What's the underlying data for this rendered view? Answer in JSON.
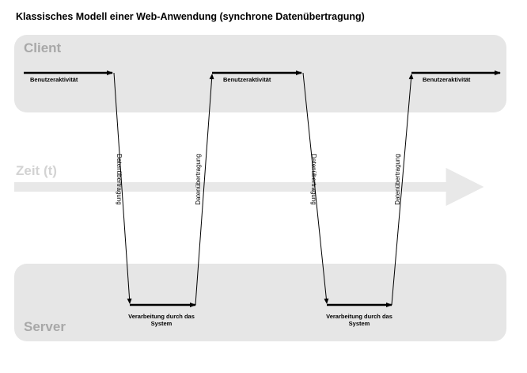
{
  "title": "Klassisches Modell einer Web-Anwendung (synchrone Datenübertragung)",
  "lanes": {
    "client": "Client",
    "server": "Server",
    "time": "Zeit (t)"
  },
  "labels": {
    "user_activity": "Benutzeraktivität",
    "data_transfer": "Datenübertragung",
    "processing_line1": "Verarbeitung durch das",
    "processing_line2": "System"
  },
  "colors": {
    "lane_fill": "#e6e6e6",
    "lane_text": "#a8a8a8",
    "time_arrow": "#e8e8e8",
    "time_text": "#d3d3d3",
    "arrow": "#000000"
  }
}
